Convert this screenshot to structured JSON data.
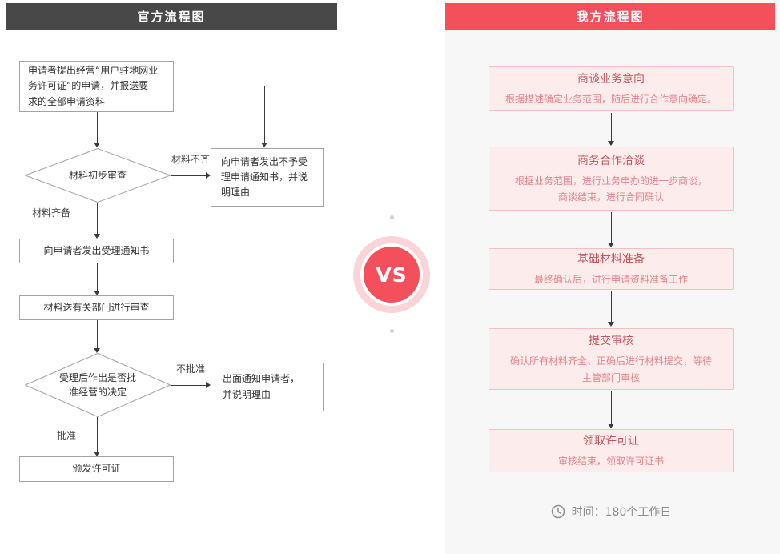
{
  "left": {
    "header": "官方流程图",
    "start": "申请者提出经营“用户驻地网业\n务许可证”的申请，并报送要\n求的全部申请资料",
    "decision1": "材料初步审查",
    "label_incomplete": "材料不齐",
    "label_complete": "材料齐备",
    "reject_notice": "向申请者发出不予受\n理申请通知书，并说\n明理由",
    "accept_notice": "向申请者发出受理通知书",
    "dept_review": "材料送有关部门进行审查",
    "decision2": "受理后作出是否批\n准经营的决定",
    "label_not_approved": "不批准",
    "label_approved": "批准",
    "notify_reject": "出面通知申请者，\n并说明理由",
    "issue_license": "颁发许可证"
  },
  "vs_label": "VS",
  "right": {
    "header": "我方流程图",
    "steps": [
      {
        "title": "商谈业务意向",
        "desc": "根据描述确定业务范围，随后进行合作意向确定。"
      },
      {
        "title": "商务合作洽谈",
        "desc": "根据业务范围，进行业务申办的进一步商谈，\n商谈结束，进行合同确认"
      },
      {
        "title": "基础材料准备",
        "desc": "最终确认后，进行申请资料准备工作"
      },
      {
        "title": "提交审核",
        "desc": "确认所有材料齐全、正确后进行材料提交，等待\n主管部门审核"
      },
      {
        "title": "领取许可证",
        "desc": "审核结束，领取许可证书"
      }
    ],
    "time_note": "时间：180个工作日"
  },
  "colors": {
    "accent_red": "#f4505c",
    "header_dark": "#484848",
    "right_panel_bg": "#f7f7f7",
    "step_bg": "#fdecec",
    "step_border": "#f2c0c3"
  }
}
